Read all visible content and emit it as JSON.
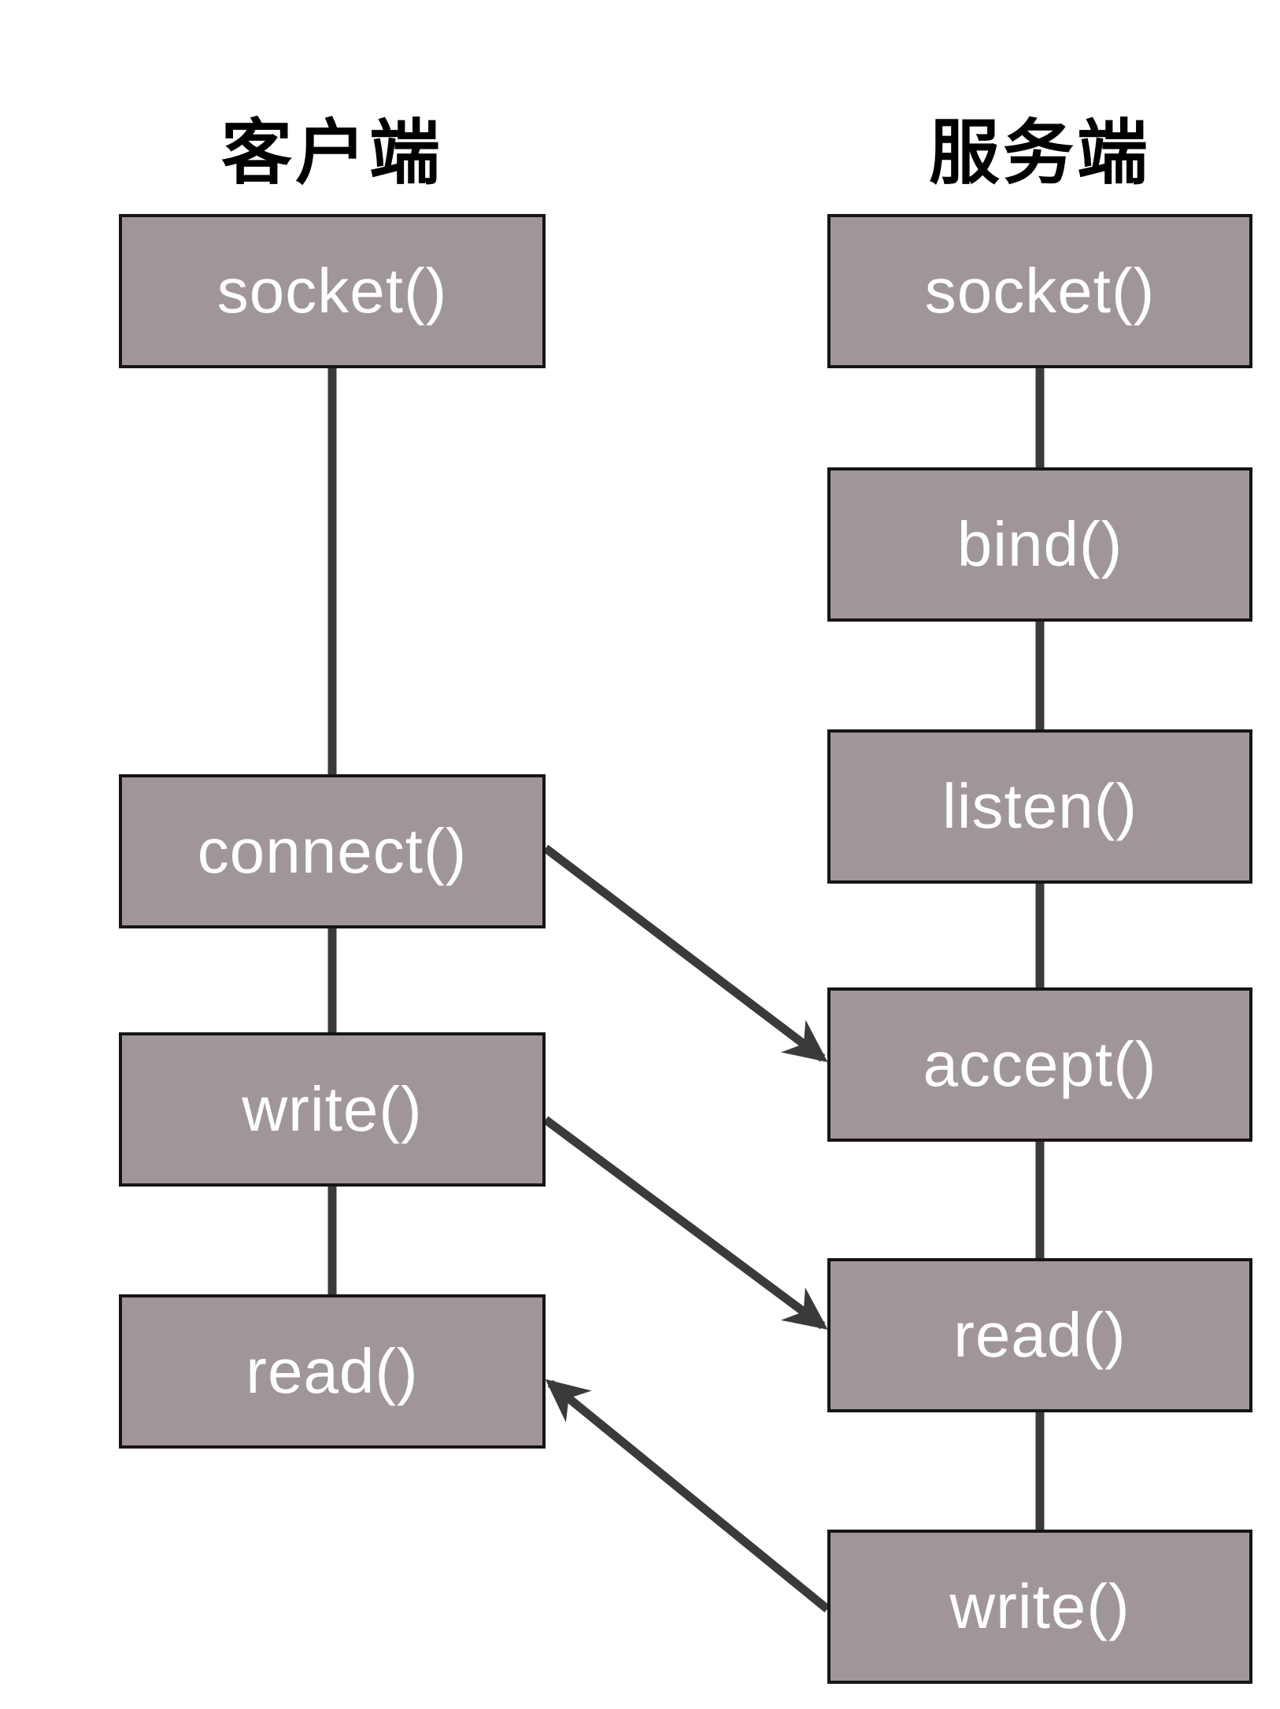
{
  "diagram": {
    "description": "socket API call flow between client and server",
    "columns": [
      {
        "id": "client",
        "title": "客户端"
      },
      {
        "id": "server",
        "title": "服务端"
      }
    ],
    "nodes": [
      {
        "id": "c-socket",
        "column": "client",
        "label": "socket()"
      },
      {
        "id": "c-connect",
        "column": "client",
        "label": "connect()"
      },
      {
        "id": "c-write",
        "column": "client",
        "label": "write()"
      },
      {
        "id": "c-read",
        "column": "client",
        "label": "read()"
      },
      {
        "id": "s-socket",
        "column": "server",
        "label": "socket()"
      },
      {
        "id": "s-bind",
        "column": "server",
        "label": "bind()"
      },
      {
        "id": "s-listen",
        "column": "server",
        "label": "listen()"
      },
      {
        "id": "s-accept",
        "column": "server",
        "label": "accept()"
      },
      {
        "id": "s-read",
        "column": "server",
        "label": "read()"
      },
      {
        "id": "s-write",
        "column": "server",
        "label": "write()"
      }
    ],
    "flow_edges": [
      {
        "from": "c-socket",
        "to": "c-connect"
      },
      {
        "from": "c-connect",
        "to": "c-write"
      },
      {
        "from": "c-write",
        "to": "c-read"
      },
      {
        "from": "s-socket",
        "to": "s-bind"
      },
      {
        "from": "s-bind",
        "to": "s-listen"
      },
      {
        "from": "s-listen",
        "to": "s-accept"
      },
      {
        "from": "s-accept",
        "to": "s-read"
      },
      {
        "from": "s-read",
        "to": "s-write"
      }
    ],
    "cross_edges": [
      {
        "from": "c-connect",
        "to": "s-accept"
      },
      {
        "from": "c-write",
        "to": "s-read"
      },
      {
        "from": "s-write",
        "to": "c-read"
      }
    ],
    "colors": {
      "background": "#ffffff",
      "box_fill": "#a09699",
      "box_border": "#151515",
      "box_text": "#ffffff",
      "title_text": "#000000",
      "line": "#3a3a3a"
    }
  }
}
